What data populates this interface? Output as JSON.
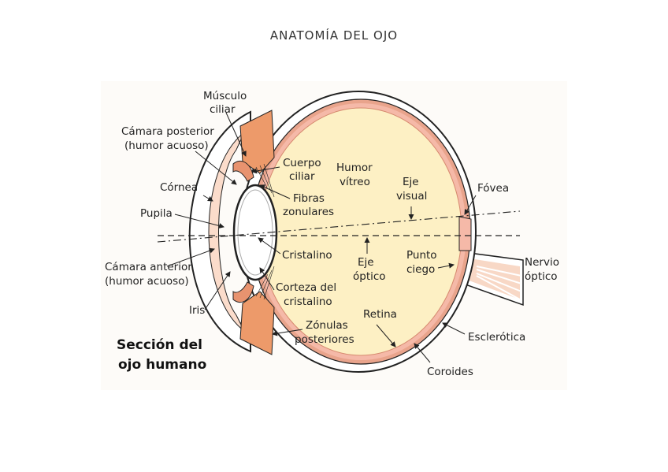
{
  "page": {
    "title": "ANATOMÍA DEL OJO"
  },
  "diagram": {
    "caption_line1": "Sección del",
    "caption_line2": "ojo humano",
    "labels": {
      "musculo_ciliar_1": "Músculo",
      "musculo_ciliar_2": "ciliar",
      "camara_posterior_1": "Cámara posterior",
      "camara_posterior_2": "(humor acuoso)",
      "cornea": "Córnea",
      "pupila": "Pupila",
      "camara_anterior_1": "Cámara anterior",
      "camara_anterior_2": "(humor acuoso)",
      "iris": "Iris",
      "cuerpo_ciliar_1": "Cuerpo",
      "cuerpo_ciliar_2": "ciliar",
      "fibras_zonulares_1": "Fibras",
      "fibras_zonulares_2": "zonulares",
      "humor_vitreo_1": "Humor",
      "humor_vitreo_2": "vítreo",
      "eje_visual_1": "Eje",
      "eje_visual_2": "visual",
      "fovea": "Fóvea",
      "cristalino": "Cristalino",
      "eje_optico_1": "Eje",
      "eje_optico_2": "óptico",
      "punto_ciego_1": "Punto",
      "punto_ciego_2": "ciego",
      "nervio_optico_1": "Nervio",
      "nervio_optico_2": "óptico",
      "corteza_1": "Corteza del",
      "corteza_2": "cristalino",
      "retina": "Retina",
      "zonulas_1": "Zónulas",
      "zonulas_2": "posteriores",
      "esclerotica": "Esclerótica",
      "coroides": "Coroides"
    }
  },
  "colors": {
    "sclera": "#ffffff",
    "choroid": "#e9a48c",
    "retina": "#f5b9a8",
    "vitreous": "#fdf0c4",
    "cornea_fill": "#fbdccb",
    "iris": "#e8936f",
    "ciliary": "#ed9a6a",
    "lens": "#ffffff"
  }
}
